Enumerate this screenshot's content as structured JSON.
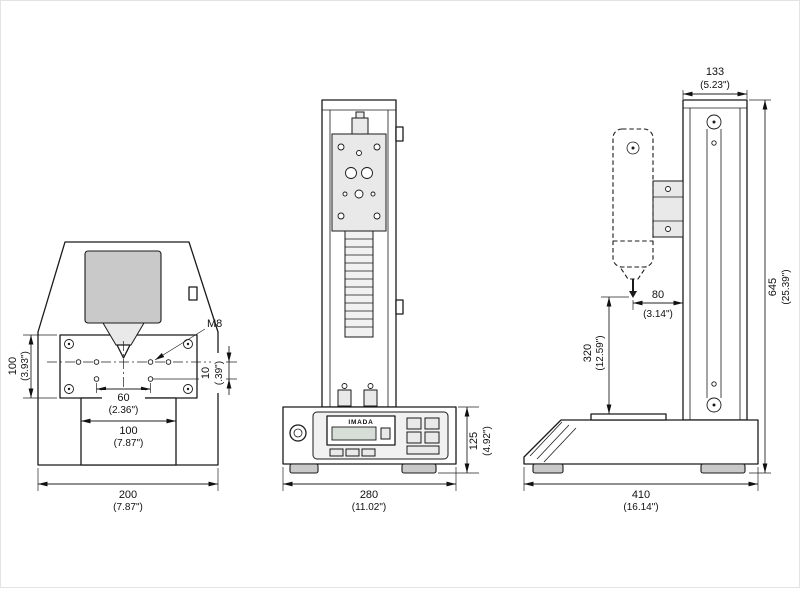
{
  "front_detail": {
    "plate_height_mm": "100",
    "plate_height_in": "(3.93\")",
    "thread_label": "M8",
    "hole_offset_mm": "10",
    "hole_offset_in": "(.39\")",
    "hole_spacing_mm": "60",
    "hole_spacing_in": "(2.36\")",
    "slot_width_mm": "100",
    "slot_width_in": "(7.87\")",
    "overall_width_mm": "200",
    "overall_width_in": "(7.87\")"
  },
  "front_view": {
    "brand": "IMADA",
    "base_width_mm": "280",
    "base_width_in": "(11.02\")",
    "base_height_mm": "125",
    "base_height_in": "(4.92\")"
  },
  "side_view": {
    "column_depth_mm": "133",
    "column_depth_in": "(5.23\")",
    "overall_height_mm": "645",
    "overall_height_in": "(25.39\")",
    "gauge_reach_mm": "80",
    "gauge_reach_in": "(3.14\")",
    "vertical_clearance_mm": "320",
    "vertical_clearance_in": "(12.59\")",
    "base_depth_mm": "410",
    "base_depth_in": "(16.14\")"
  }
}
